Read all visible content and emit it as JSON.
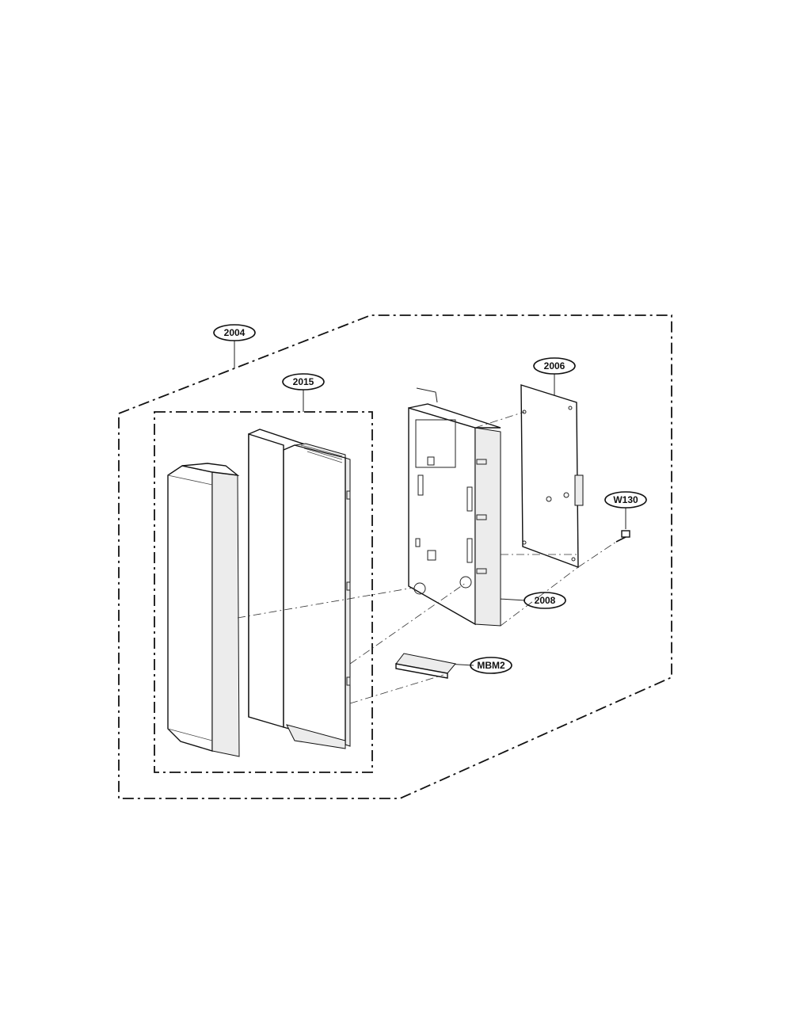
{
  "callouts": {
    "c2004": "2004",
    "c2015": "2015",
    "c2006": "2006",
    "cW130": "W130",
    "c2008": "2008",
    "cMBM2": "MBM2"
  },
  "icons": {
    "screw": "screw-icon"
  }
}
